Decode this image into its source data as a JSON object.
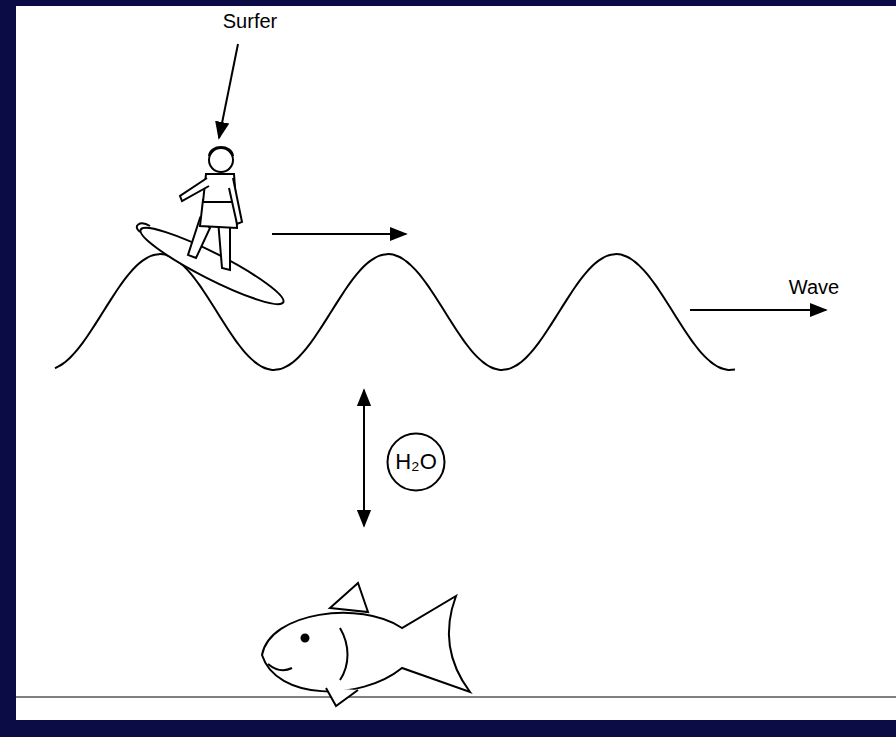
{
  "diagram": {
    "nodes": [
      {
        "text": [
          "H₂O"
        ]
      }
    ],
    "labels": [
      "Surfer",
      "Wave"
    ]
  }
}
